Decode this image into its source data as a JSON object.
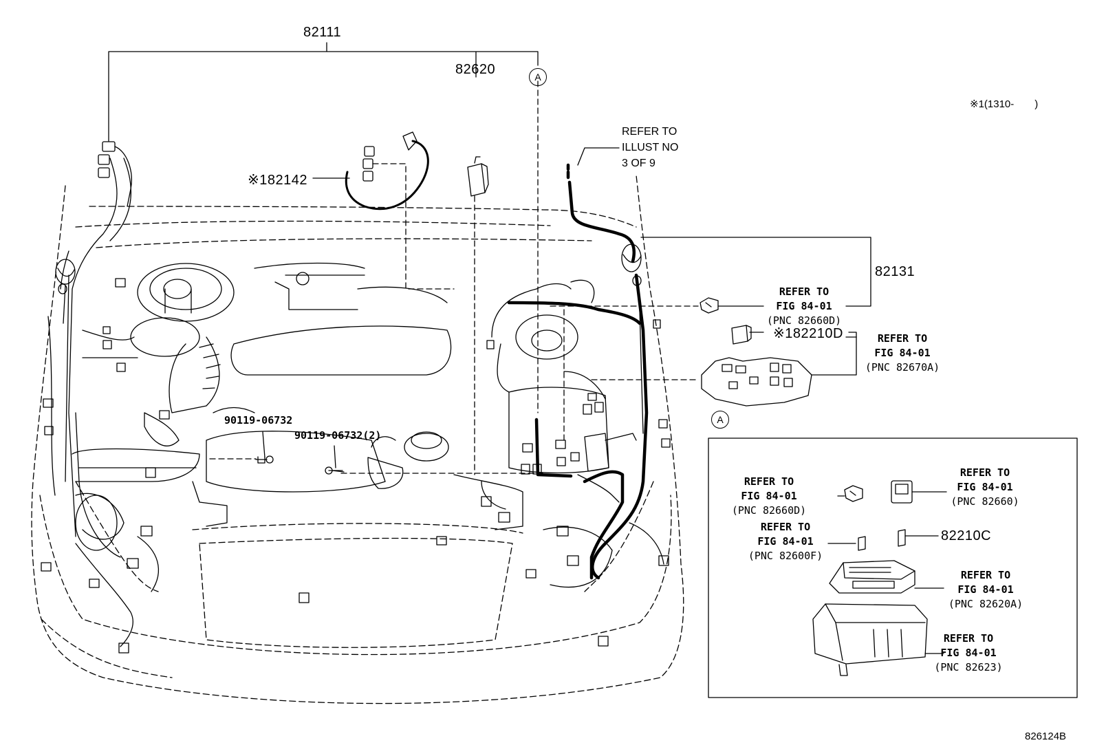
{
  "part_numbers": {
    "p82111": "82111",
    "p82620": "82620",
    "p82142": "※182142",
    "p82131": "82131",
    "p82210d": "※182210D",
    "p82210c": "82210C"
  },
  "bolts": {
    "bolt1": "90119-06732",
    "bolt2": "90119-06732(2)"
  },
  "callout_marker": "A",
  "note_top_right": "※1(1310-　　)",
  "refer_illust": [
    "REFER TO",
    "ILLUST NO",
    "3 OF 9"
  ],
  "refs": {
    "r1": [
      "REFER TO",
      "FIG 84-01",
      "(PNC 82660D)"
    ],
    "r2": [
      "REFER TO",
      "FIG 84-01",
      "(PNC 82670A)"
    ],
    "r3": [
      "REFER TO",
      "FIG 84-01",
      "(PNC 82660D)"
    ],
    "r4": [
      "REFER TO",
      "FIG 84-01",
      "(PNC 82660)"
    ],
    "r5": [
      "REFER TO",
      "FIG 84-01",
      "(PNC 82600F)"
    ],
    "r6": [
      "REFER TO",
      "FIG 84-01",
      "(PNC 82620A)"
    ],
    "r7": [
      "REFER TO",
      "FIG 84-01",
      "(PNC 82623)"
    ]
  },
  "diagram_code": "826124B"
}
